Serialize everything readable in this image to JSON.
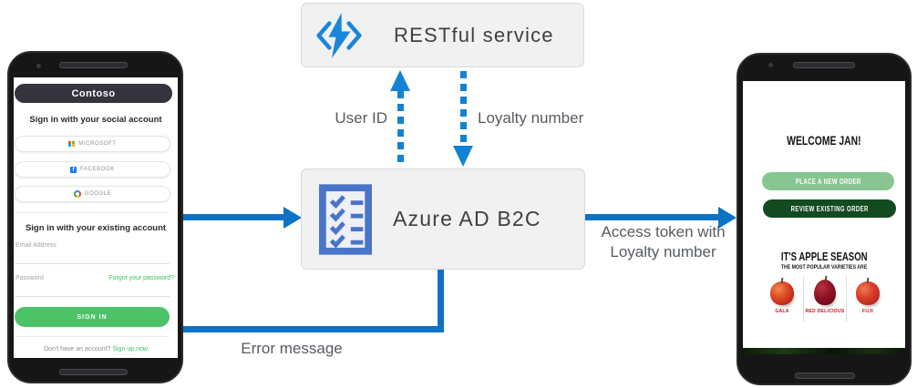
{
  "diagram": {
    "restful_service_label": "RESTful service",
    "azure_ad_b2c_label": "Azure AD B2C",
    "labels": {
      "user_id": "User ID",
      "loyalty_number": "Loyalty number",
      "access_token": "Access token with Loyalty number",
      "error_message": "Error message"
    },
    "icons": {
      "restful_service": "api-lightning-icon",
      "azure_ad_b2c": "checklist-icon"
    },
    "colors": {
      "solid_arrow_blue": "#0d72c4",
      "dotted_arrow_blue": "#1283d4",
      "box_bg": "#f1f1f1",
      "box_border": "#d8d8d8",
      "box_text": "#3f3f3f",
      "label_text": "#565b60",
      "checklist_icon_blue": "#4a74c9",
      "api_icon_blue": "#1886d9"
    }
  },
  "left_phone": {
    "header": "Contoso",
    "social_heading": "Sign in with your social account",
    "social_buttons": [
      {
        "icon": "microsoft-logo",
        "label": "MICROSOFT"
      },
      {
        "icon": "facebook-logo",
        "label": "FACEBOOK"
      },
      {
        "icon": "google-logo",
        "label": "GOOGLE"
      }
    ],
    "existing_heading": "Sign in with your existing account",
    "email_placeholder": "Email Address",
    "password_placeholder": "Password",
    "forgot_password_link": "Forgot your password?",
    "sign_in_button": "SIGN IN",
    "signup_prompt": "Don't have an account?",
    "signup_link": "Sign up now",
    "colors": {
      "header_bg": "#34333e",
      "primary_green": "#4cc369"
    }
  },
  "right_phone": {
    "welcome_heading": "WELCOME JAN!",
    "place_order_button": "PLACE A NEW ORDER",
    "review_order_button": "REVIEW EXISTING ORDER",
    "season_heading": "IT'S APPLE SEASON",
    "season_subheading": "THE MOST POPULAR VARIETIES ARE",
    "apple_varieties": [
      {
        "name": "GALA"
      },
      {
        "name": "RED DELICIOUS"
      },
      {
        "name": "FUJI"
      }
    ],
    "colors": {
      "light_green": "#88c590",
      "dark_green": "#134a20",
      "label_red": "#c3161c"
    }
  }
}
